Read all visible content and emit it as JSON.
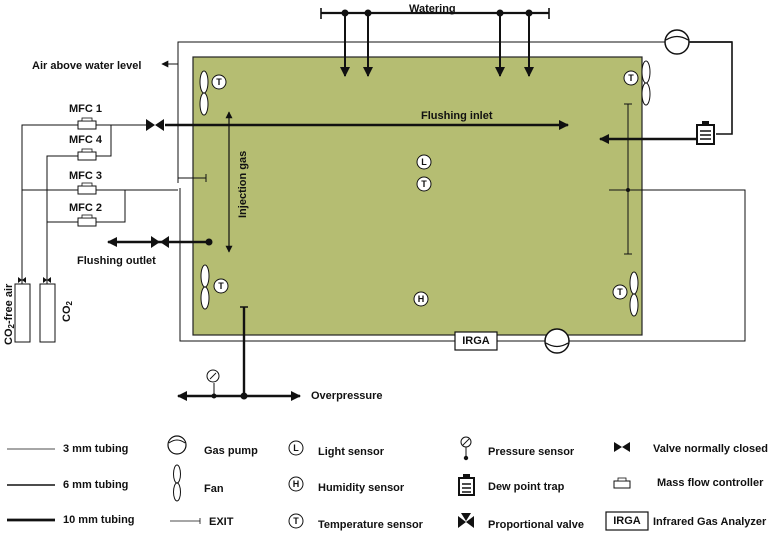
{
  "labels": {
    "watering": "Watering",
    "air_above_water_level": "Air above water level",
    "flushing_inlet": "Flushing inlet",
    "injection_gas": "Injection gas",
    "flushing_outlet": "Flushing outlet",
    "overpressure": "Overpressure",
    "irga": "IRGA",
    "co2_free_air_prefix": "CO",
    "co2_free_air_sub": "2",
    "co2_free_air_suffix": "-free air",
    "co2_prefix": "CO",
    "co2_sub": "2"
  },
  "mfc_labels": [
    "MFC 1",
    "MFC 4",
    "MFC 3",
    "MFC 2"
  ],
  "sensor_letters": {
    "light": "L",
    "temperature": "T",
    "humidity": "H"
  },
  "legend": {
    "tubing_3mm": "3 mm tubing",
    "tubing_6mm": "6 mm tubing",
    "tubing_10mm": "10 mm tubing",
    "gas_pump": "Gas pump",
    "fan": "Fan",
    "exit": "EXIT",
    "light_sensor": "Light sensor",
    "humidity_sensor": "Humidity sensor",
    "temperature_sensor": "Temperature sensor",
    "pressure_sensor": "Pressure sensor",
    "dew_point_trap": "Dew point trap",
    "proportional_valve": "Proportional valve",
    "valve_normally_closed": "Valve normally closed",
    "mass_flow_controller": "Mass flow controller",
    "irga_box": "IRGA",
    "infrared_gas_analyzer": "Infrared Gas Analyzer"
  },
  "colors": {
    "chamber_fill": "#b5bd72",
    "line": "#111111"
  }
}
